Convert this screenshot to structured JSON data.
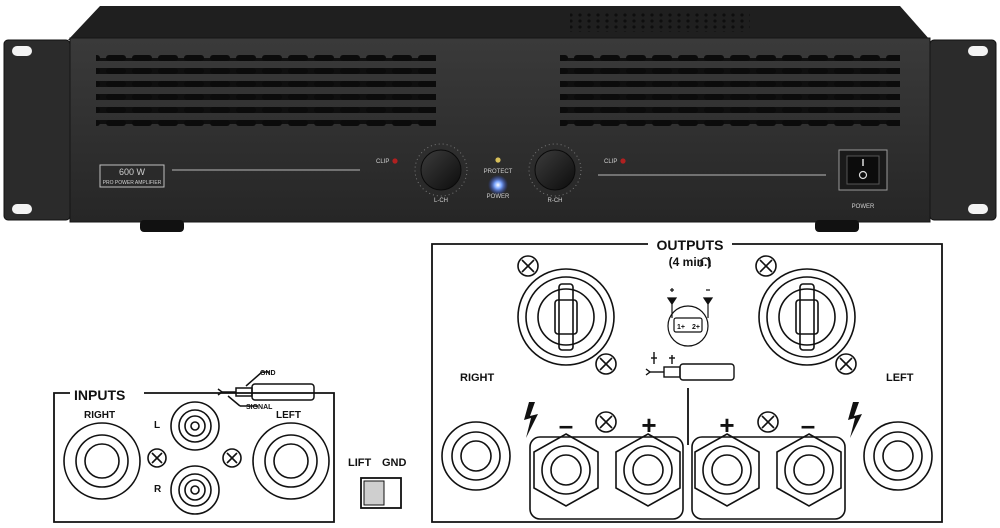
{
  "front": {
    "badge_power": "600 W",
    "badge_model": "PRO POWER AMPLIFIER",
    "clip_left": "CLIP",
    "clip_right": "CLIP",
    "knob_left": "L-CH",
    "knob_right": "R-CH",
    "protect": "PROTECT",
    "power_led": "POWER",
    "power_switch": "POWER"
  },
  "inputs": {
    "title": "INPUTS",
    "right": "RIGHT",
    "left": "LEFT",
    "l": "L",
    "r": "R",
    "gnd": "GND",
    "signal": "SIGNAL"
  },
  "ground_switch": {
    "lift": "LIFT",
    "gnd": "GND"
  },
  "outputs": {
    "title": "OUTPUTS",
    "subtitle": "(4    min.)",
    "right": "RIGHT",
    "left": "LEFT",
    "minus": "–",
    "plus": "+",
    "pin1": "1+",
    "pin2": "2+"
  }
}
